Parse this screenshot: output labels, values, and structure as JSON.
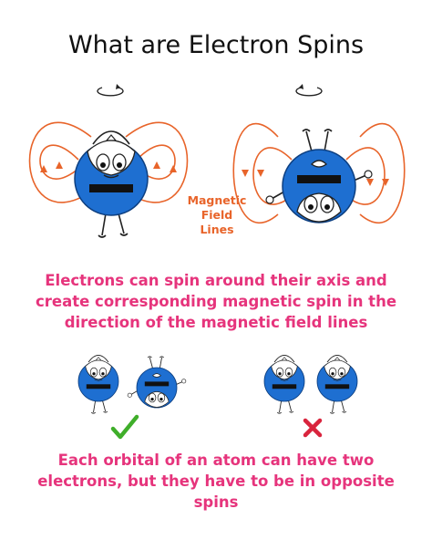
{
  "title": "What are Electron Spins",
  "field_label_line1": "Magnetic",
  "field_label_line2": "Field Lines",
  "caption_1": "Electrons can spin around their axis and create corresponding magnetic spin in the direction of the magnetic field lines",
  "caption_2": "Each orbital of an atom can have two electrons, but they have to be in opposite spins",
  "colors": {
    "electron_blue": "#1e6fd1",
    "field_orange": "#e8642a",
    "caption_pink": "#e6347c",
    "check_green": "#3fae2a",
    "cross_red": "#d9243d"
  },
  "icons": [
    "electron-spin-up-icon",
    "electron-spin-down-icon",
    "check-icon",
    "cross-icon",
    "rotation-arrow-icon"
  ]
}
